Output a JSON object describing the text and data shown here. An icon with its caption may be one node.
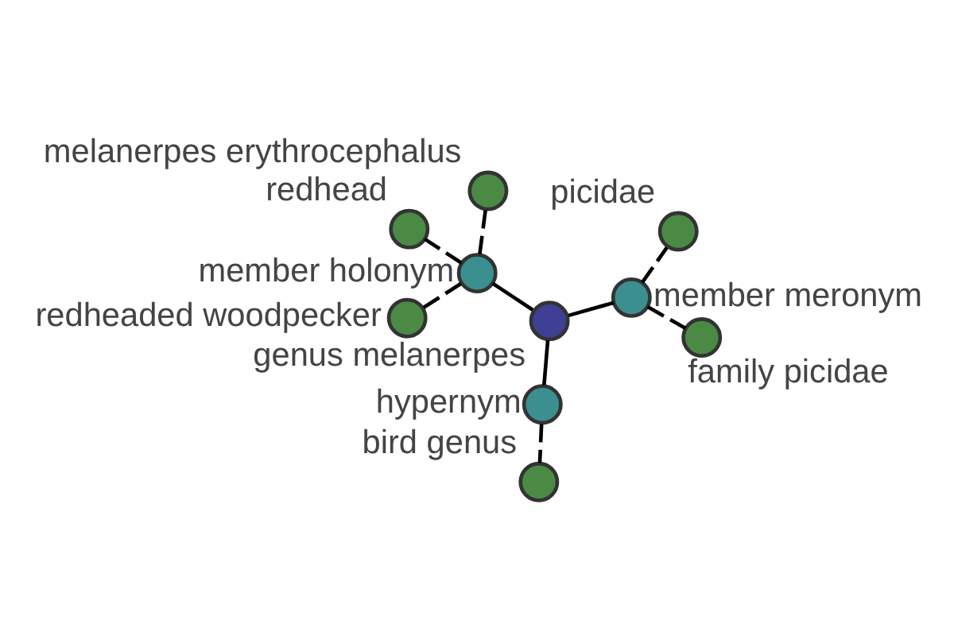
{
  "diagram": {
    "nodes": [
      {
        "text": [
          "genus melanerpes"
        ]
      },
      {
        "text": [
          "member meronym"
        ]
      },
      {
        "text": [
          "family picidae"
        ]
      },
      {
        "text": [
          "picidae"
        ]
      },
      {
        "text": [
          "member holonym"
        ]
      },
      {
        "text": [
          "redhead"
        ]
      },
      {
        "text": [
          "redheaded woodpecker"
        ]
      },
      {
        "text": [
          "melanerpes erythrocephalus"
        ]
      },
      {
        "text": [
          "hypernym"
        ]
      },
      {
        "text": [
          "bird genus"
        ]
      }
    ],
    "edges": [
      {
        "from": 0,
        "to": 1,
        "arrow": "none"
      },
      {
        "from": 0,
        "to": 4,
        "arrow": "none"
      },
      {
        "from": 0,
        "to": 8,
        "arrow": "none"
      },
      {
        "from": 1,
        "to": 2,
        "arrow": "none",
        "style": "dashed"
      },
      {
        "from": 1,
        "to": 3,
        "arrow": "none",
        "style": "dashed"
      },
      {
        "from": 4,
        "to": 5,
        "arrow": "none",
        "style": "dashed"
      },
      {
        "from": 4,
        "to": 6,
        "arrow": "none",
        "style": "dashed"
      },
      {
        "from": 4,
        "to": 7,
        "arrow": "none",
        "style": "dashed"
      },
      {
        "from": 8,
        "to": 9,
        "arrow": "none",
        "style": "dashed"
      }
    ]
  }
}
